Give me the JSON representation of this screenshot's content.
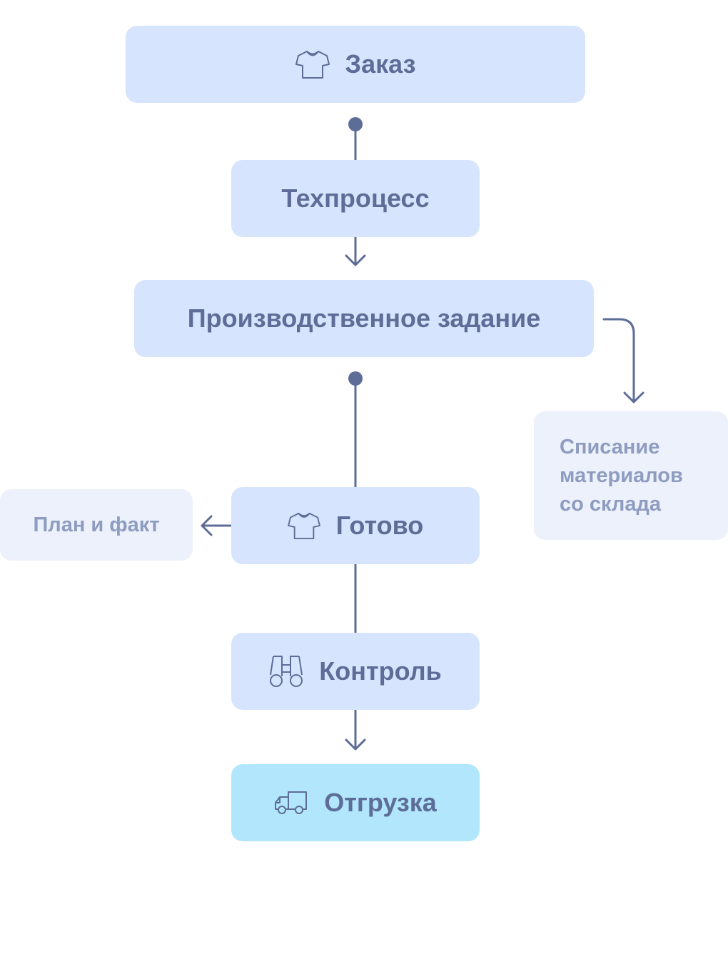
{
  "nodes": {
    "order": {
      "label": "Заказ",
      "icon": "tshirt-icon"
    },
    "techprocess": {
      "label": "Техпроцесс"
    },
    "production_task": {
      "label": "Производственное задание"
    },
    "writeoff": {
      "lines": [
        "Списание",
        "материалов",
        "со склада"
      ]
    },
    "plan_fact": {
      "label": "План и факт"
    },
    "done": {
      "label": "Готово",
      "icon": "tshirt-icon"
    },
    "control": {
      "label": "Контроль",
      "icon": "binoculars-icon"
    },
    "shipment": {
      "label": "Отгрузка",
      "icon": "truck-icon"
    }
  },
  "colors": {
    "node_fill": "#d6e5fd",
    "final_fill": "#b1e6fc",
    "side_fill": "#ecf1fb",
    "text": "#5e6d97",
    "side_text": "#8e9cc0",
    "connector": "#5e6d97"
  }
}
